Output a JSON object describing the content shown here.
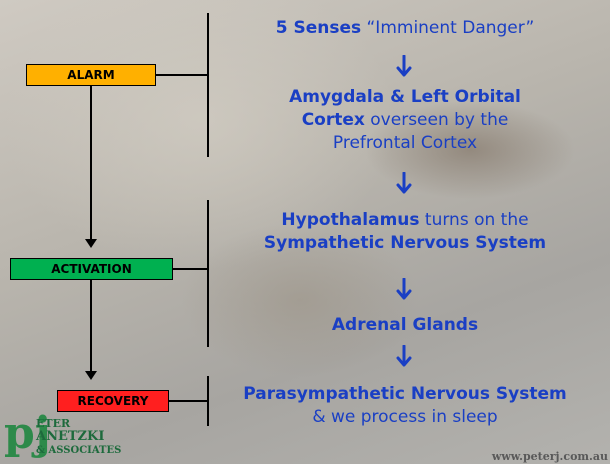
{
  "stages": {
    "alarm": "ALARM",
    "activation": "ACTIVATION",
    "recovery": "RECOVERY"
  },
  "flow": {
    "senses": {
      "bold": "5 Senses",
      "rest": " “Imminent Danger”"
    },
    "amygdala": {
      "bold_1": "Amygdala & Left Orbital",
      "bold_2": "Cortex",
      "rest_2": " overseen by the",
      "line_3": "Prefrontal Cortex"
    },
    "hypothalamus": {
      "bold_1": "Hypothalamus",
      "rest_1": " turns on the",
      "bold_2": "Sympathetic Nervous System"
    },
    "adrenal": {
      "bold": "Adrenal Glands"
    },
    "parasympathetic": {
      "bold": "Parasympathetic Nervous System",
      "line_2": "& we process in sleep"
    }
  },
  "logo": {
    "mark": "pj",
    "line_1": "ETER",
    "line_2": "ANETZKI",
    "line_3": "& ASSOCIATES"
  },
  "url": "www.peterj.com.au",
  "colors": {
    "flow_text": "#1a3fc4",
    "alarm": "#ffb000",
    "activation": "#00b050",
    "recovery": "#ff1f1f"
  }
}
